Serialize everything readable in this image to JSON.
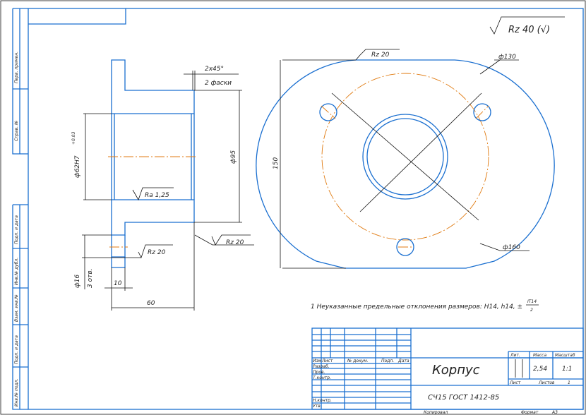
{
  "roughness_general": "Rz 40 (√)",
  "side_view": {
    "chamfer": "2x45°",
    "chamfer_note": "2 фаски",
    "bore_dim": "ф62H7",
    "bore_tol": "+0.03",
    "outer_dim": "ф95",
    "roughness_bore": "Ra 1,25",
    "roughness_face": "Rz 20",
    "roughness_hole": "Rz 20",
    "hole_dim": "ф16",
    "hole_count": "3 отв.",
    "flange_thickness": "10",
    "length": "60"
  },
  "front_view": {
    "roughness_top": "Rz 20",
    "bolt_circle": "ф130",
    "outer_dia": "ф160",
    "height": "150"
  },
  "note": {
    "text": "1 Неуказанные предельные отклонения размеров: H14, h14, ±",
    "fraction_num": "IT14",
    "fraction_den": "2"
  },
  "side_stamps": [
    "Перв. примен.",
    "Справ. №",
    "Подп. и дата",
    "Инв.№ дубл.",
    "Взам. инв.№",
    "Подп. и дата",
    "Инв.№ подл."
  ],
  "title_block": {
    "headers": [
      "Изм",
      "Лист",
      "№ докум.",
      "Подп.",
      "Дата"
    ],
    "roles": [
      "Разраб.",
      "Пров.",
      "Т.контр.",
      "",
      "Н.контр.",
      "Утв."
    ],
    "name": "Корпус",
    "material": "СЧ15 ГОСТ 1412-85",
    "lit_label": "Лит.",
    "mass_label": "Масса",
    "scale_label": "Масштаб",
    "mass": "2,54",
    "scale": "1:1",
    "sheet_label": "Лист",
    "sheets_label": "Листов",
    "sheets": "1",
    "copied": "Копировал",
    "format_label": "Формат",
    "format": "A3"
  }
}
